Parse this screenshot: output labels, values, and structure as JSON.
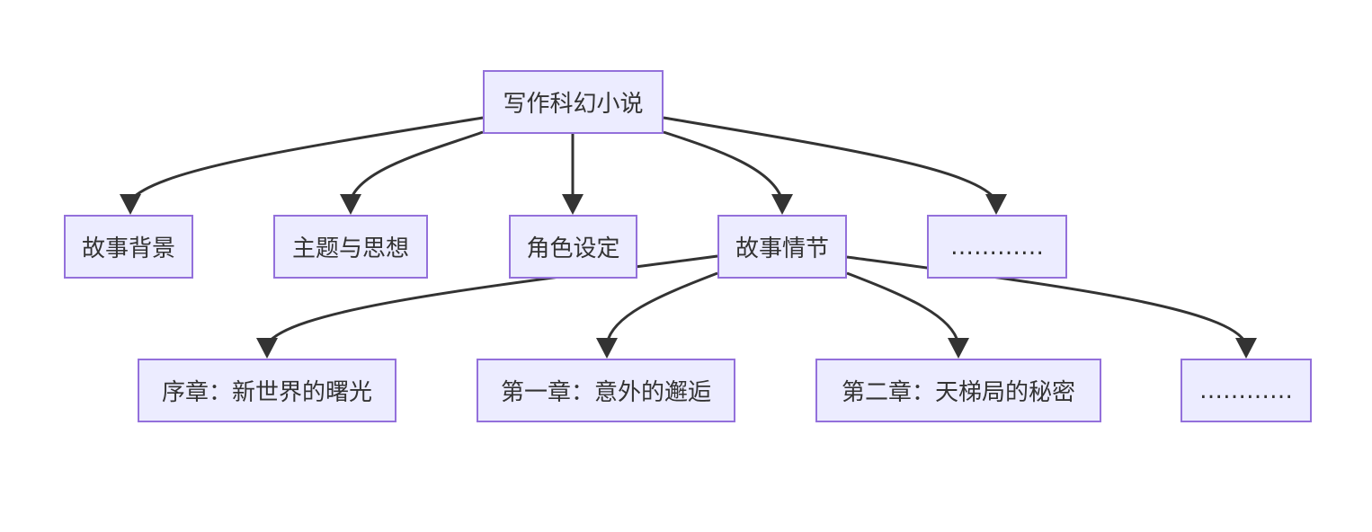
{
  "diagram": {
    "type": "flowchart",
    "direction": "top-down",
    "colors": {
      "node_fill": "#ececff",
      "node_border": "#9370db",
      "edge": "#333333",
      "text": "#333333"
    },
    "nodes": {
      "root": "写作科幻小说",
      "background": "故事背景",
      "theme": "主题与思想",
      "characters": "角色设定",
      "plot": "故事情节",
      "more_level1": "…………",
      "prologue": "序章：新世界的曙光",
      "chapter1": "第一章：意外的邂逅",
      "chapter2": "第二章：天梯局的秘密",
      "more_level2": "…………"
    },
    "edges": [
      [
        "root",
        "background"
      ],
      [
        "root",
        "theme"
      ],
      [
        "root",
        "characters"
      ],
      [
        "root",
        "plot"
      ],
      [
        "root",
        "more_level1"
      ],
      [
        "plot",
        "prologue"
      ],
      [
        "plot",
        "chapter1"
      ],
      [
        "plot",
        "chapter2"
      ],
      [
        "plot",
        "more_level2"
      ]
    ]
  }
}
